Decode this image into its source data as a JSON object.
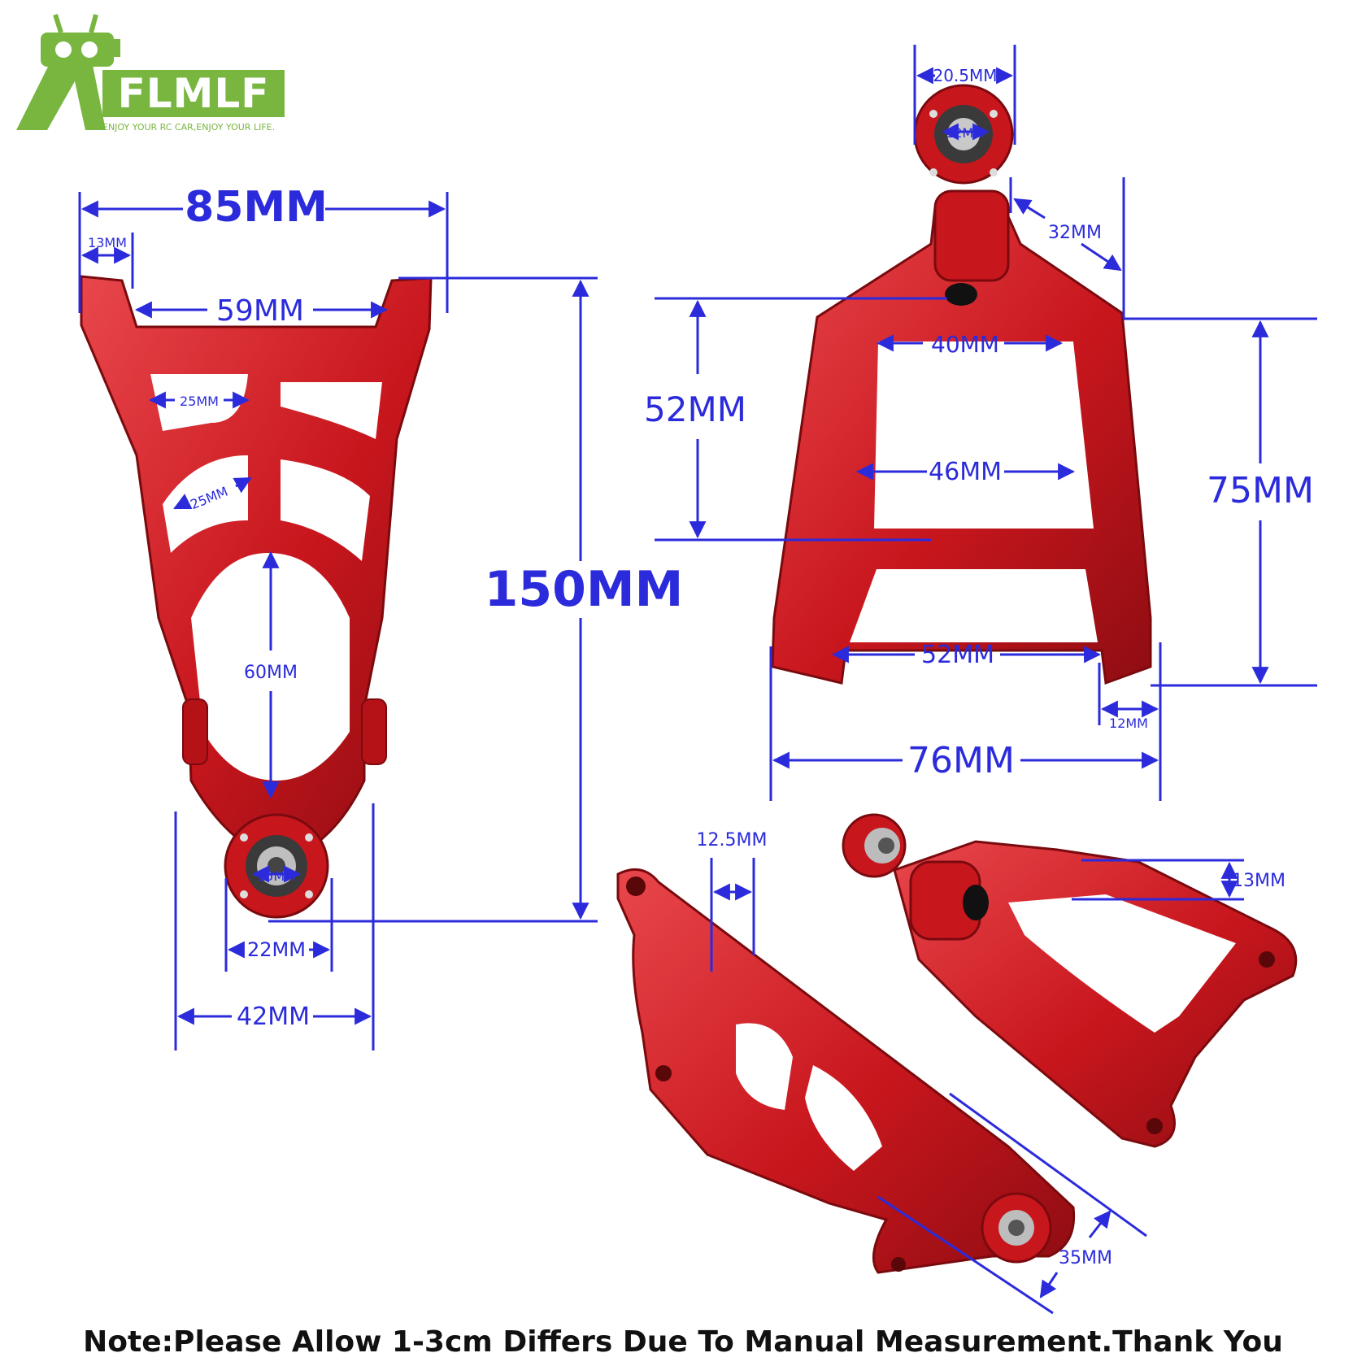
{
  "brand": {
    "name": "FLMLF",
    "tagline": "ENJOY YOUR RC CAR,ENJOY YOUR LIFE.",
    "color": "#78b640"
  },
  "colors": {
    "dimension": "#2b2bdc",
    "part": "#c8161d",
    "part_dark": "#8e0d12",
    "part_light": "#e8474c"
  },
  "dimensions": {
    "lower_arm": {
      "overall_width": "85MM",
      "mount_width": "13MM",
      "inner_width": "59MM",
      "slot_top": "25MM",
      "slot_mid": "25MM",
      "opening": "60MM",
      "length": "150MM",
      "bearing_bore": "15MM",
      "hub_inner": "22MM",
      "hub_outer": "42MM"
    },
    "upper_arm": {
      "ball_mount": "20.5MM",
      "ball_bore": "12MM",
      "neck": "32MM",
      "window_top": "40MM",
      "window_height": "52MM",
      "window_bottom": "46MM",
      "overall_height": "75MM",
      "inner_span": "52MM",
      "foot_width": "12MM",
      "overall_width": "76MM"
    },
    "side_view": {
      "flange": "12.5MM",
      "boss_height": "13MM",
      "hub_width": "35MM"
    }
  },
  "note": "Note:Please Allow 1-3cm Differs Due To Manual Measurement.Thank You"
}
